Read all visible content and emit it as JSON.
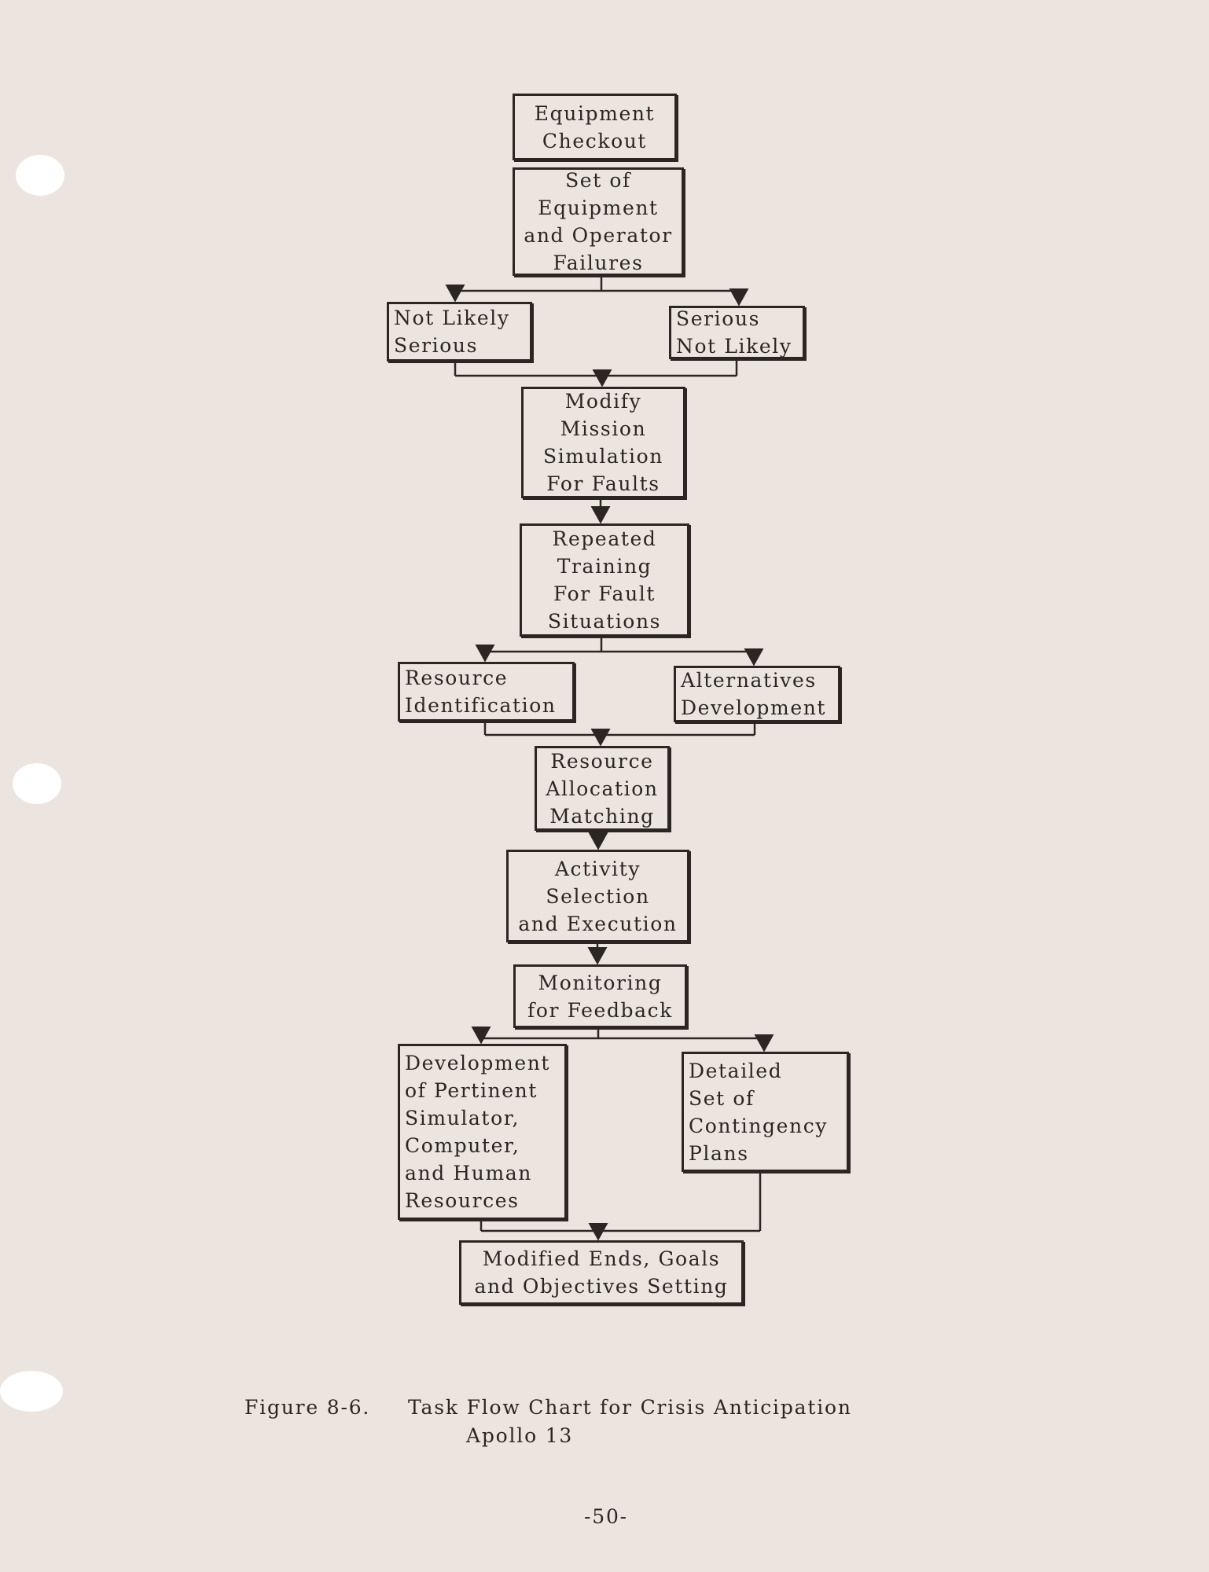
{
  "flowchart": {
    "boxes": [
      {
        "lines": [
          "Equipment",
          "Checkout"
        ]
      },
      {
        "lines": [
          "Set of",
          "Equipment",
          "and Operator",
          "Failures"
        ]
      },
      {
        "lines": [
          "Not Likely",
          "Serious"
        ]
      },
      {
        "lines": [
          "Serious",
          "Not Likely"
        ]
      },
      {
        "lines": [
          "Modify",
          "Mission",
          "Simulation",
          "For Faults"
        ]
      },
      {
        "lines": [
          "Repeated",
          "Training",
          "For Fault",
          "Situations"
        ]
      },
      {
        "lines": [
          "Resource",
          "Identification"
        ]
      },
      {
        "lines": [
          "Alternatives",
          "Development"
        ]
      },
      {
        "lines": [
          "Resource",
          "Allocation",
          "Matching"
        ]
      },
      {
        "lines": [
          "Activity",
          "Selection",
          "and Execution"
        ]
      },
      {
        "lines": [
          "Monitoring",
          "for Feedback"
        ]
      },
      {
        "lines": [
          "Development",
          "of Pertinent",
          "Simulator,",
          "Computer,",
          "and Human",
          "Resources"
        ]
      },
      {
        "lines": [
          "Detailed",
          "Set of",
          "Contingency",
          "Plans"
        ]
      },
      {
        "lines": [
          "Modified Ends, Goals",
          "and Objectives Setting"
        ]
      }
    ]
  },
  "caption": {
    "figure_label": "Figure 8-6.",
    "title": "Task Flow Chart for Crisis Anticipation",
    "subtitle": "Apollo 13"
  },
  "page_number": "-50-"
}
